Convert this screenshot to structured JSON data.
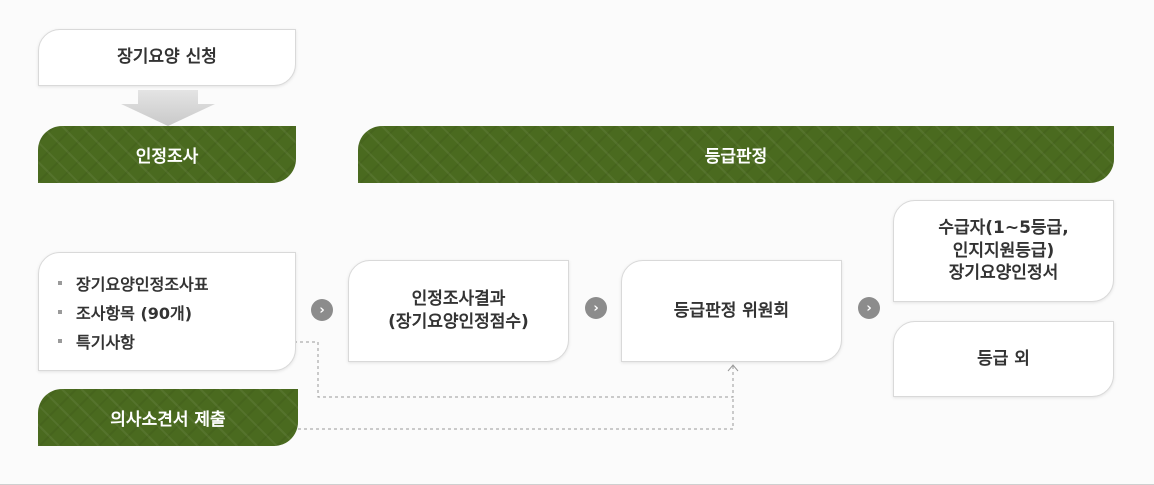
{
  "apply": {
    "label": "장기요양 신청"
  },
  "headers": {
    "survey": "인정조사",
    "grading": "등급판정"
  },
  "survey_items": [
    "장기요양인정조사표",
    "조사항목 (90개)",
    "특기사항"
  ],
  "doctor_opinion": {
    "label": "의사소견서 제출"
  },
  "survey_result": {
    "line1": "인정조사결과",
    "line2": "(장기요양인정점수)"
  },
  "committee": {
    "label": "등급판정 위원회"
  },
  "recipient": {
    "line1": "수급자(1~5등급,",
    "line2": "인지지원등급)",
    "line3": "장기요양인정서"
  },
  "out_of_grade": {
    "label": "등급 외"
  },
  "icons": {
    "step_arrow": "chevron-right-circle-icon",
    "down_arrow": "down-arrow-icon"
  },
  "colors": {
    "green": "#4a6a1f",
    "arrow_gray": "#8c8c8c",
    "dashed": "#9a9a9a"
  }
}
